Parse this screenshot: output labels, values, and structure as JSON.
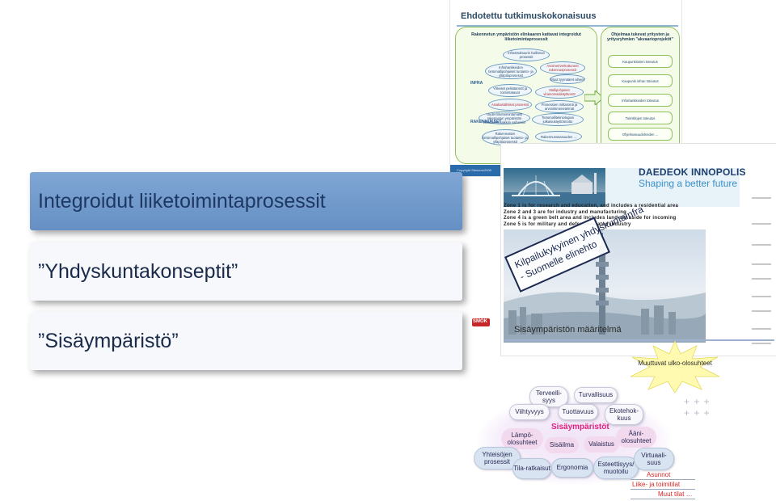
{
  "slide": {
    "title": "Ehdotettu tutkimuskokonaisuus",
    "left_panel_title": "Rakennetun ympäristön elinkaaren kattavat integroidut liiketoimintaprosessit",
    "right_panel_title": "Ohjelmaa tukevat yritysten ja yritysryhmien \"akvaarioprojektit\"",
    "left_items": [
      "Infrastruktuurin hallinnan prosessit",
      "Infrahankkeiden tietomallipohjaiset tuotanto- ja ylläpitoprosessit",
      "Yhteiset pelisäännöt ja toimintatavat",
      "Asiakastähtiset prosessit",
      "Uudet liiketoimintamallit rakennetun ympäristön elinkaaren kaikkiin vaiheisiin",
      "Rakennusten tietomallipohjaiset tuotanto- ja ylläpitoprosessit",
      "Avoimet/verkottuneet rakennusprosessit",
      "Muut tyymääret aiheet",
      "Mallipohjaiset virainomaiskäytännöt",
      "Prosessien mittarointi ja arviointimenetelmät",
      "Tietomallitekniologian julkaisukäyttöönotto",
      "Rakennusosasuuden ..."
    ],
    "left_tags": [
      "INFRA",
      "RAKENNUKSET"
    ],
    "right_items": [
      "Kaupunkiosien toteutus",
      "Kaupunki infran toteutus",
      "Infrahankkeiden toteutus",
      "Toimitilojen toteutus",
      "Ohjelmasuudoheiden ..."
    ],
    "footer": "Copyright Siemens",
    "footer_year": "2005"
  },
  "bars": [
    {
      "label": "Integroidut liiketoimintaprosessit",
      "highlighted": true
    },
    {
      "label": "”Yhdyskuntakonseptit”",
      "highlighted": false
    },
    {
      "label": "”Sisäympäristö”",
      "highlighted": false
    }
  ],
  "poster": {
    "brand": "DAEDEOK INNOPOLIS",
    "brand_suffix": "is",
    "tagline": "Shaping a better future",
    "zones": [
      "Zone 1 is for research and education, and includes a residential area",
      "Zone 2 and 3 are for industry and manufacturing",
      "Zone 4 is a green belt area and includes land set aside for incoming",
      "Zone 5 is for military and defense-related industry"
    ]
  },
  "stamp": {
    "line1": "Kilpailukykyinen yhdyskuntainfra",
    "line2": "- Suomelle elinehto"
  },
  "definition": {
    "logo": "SMOK",
    "title": "Sisäympäristön määritelmä",
    "star_label": "Muuttuvat ulko-olosuhteet",
    "core_title": "Sisäympäristöt",
    "top_items": [
      "Terveelli-syys",
      "Turvallisuus",
      "Viihtyvyys",
      "Tuottavuus",
      "Ekotehok-kuus"
    ],
    "inner_items": [
      "Lämpö-olosuhteet",
      "Sisäilma",
      "Valaistus",
      "Ääni-olosuhteet"
    ],
    "outer_items": [
      "Yhteisöjen prosessit",
      "Tila-ratkaisut",
      "Ergonomia",
      "Esteettisyys/ muotoilu",
      "Virtuaali-suus"
    ],
    "bottom_labels": [
      "Asunnot",
      "Liike- ja toimitilat",
      "Muut tilat …"
    ],
    "label_colors": {
      "red": "#d62828",
      "pink_title": "#e0207e"
    }
  }
}
